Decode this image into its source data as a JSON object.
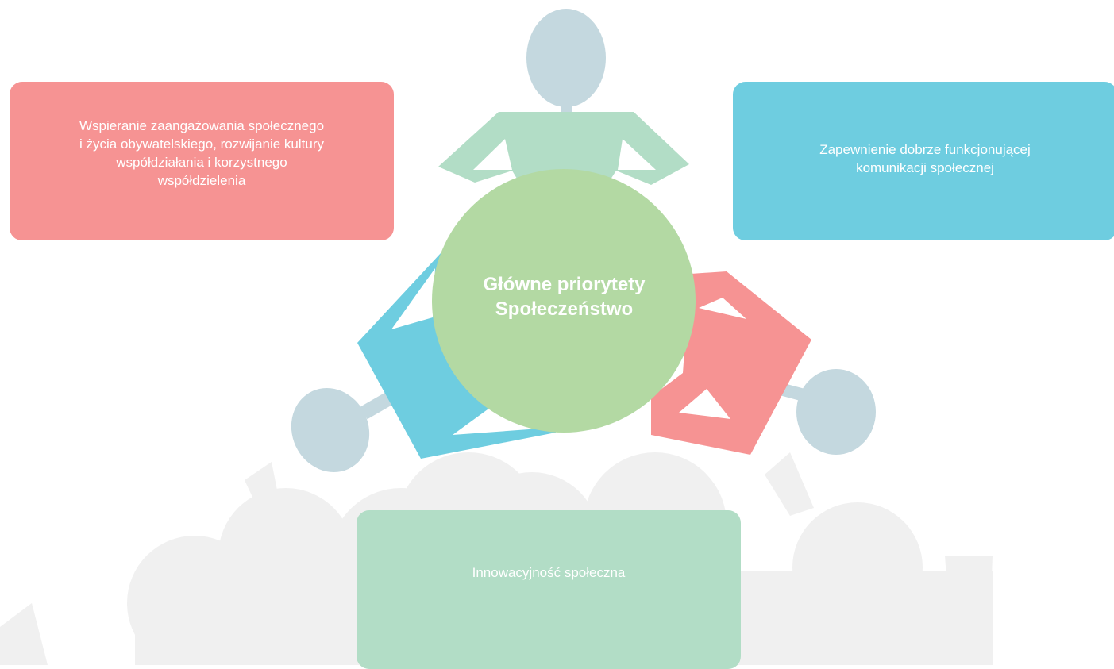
{
  "diagram": {
    "center_label": "Główne priorytety\nSpołeczeństwo",
    "cards": {
      "left": "Wspieranie zaangażowania społecznego\ni życia obywatelskiego, rozwijanie kultury\nwspółdziałania i korzystnego\nwspółdzielenia",
      "right": "Zapewnienie dobrze funkcjonującej\nkomunikacji społecznej",
      "bottom": "Innowacyjność społeczna"
    },
    "colors": {
      "red": "#f69393",
      "blue": "#6ecde0",
      "green_light": "#b2ddc6",
      "green_center": "#b3d9a3",
      "head": "#c4d8df",
      "crowd": "#f0f0f0"
    }
  }
}
